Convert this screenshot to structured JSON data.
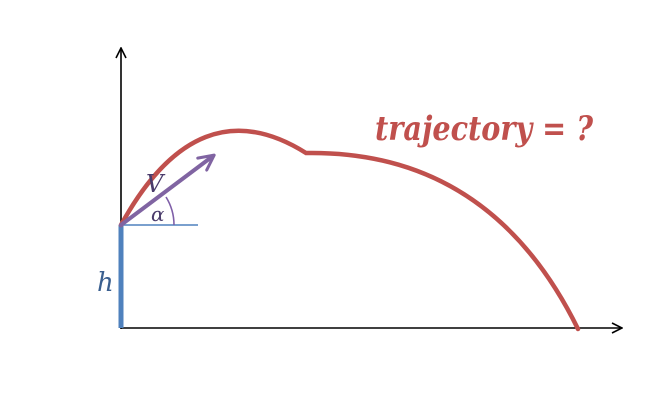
{
  "labels": {
    "velocity": "V",
    "angle": "α",
    "height": "h",
    "trajectory": "trajectory = ?"
  },
  "colors": {
    "axes": "#000000",
    "trajectory": "#c0504d",
    "velocity_arrow": "#8064a2",
    "height_bar": "#4f81bd",
    "reference_line": "#4f81bd",
    "angle_arc": "#7f5fa8",
    "height_label": "#3a5f8f",
    "velocity_label": "#4a3b6b",
    "angle_label": "#4a3b6b"
  }
}
